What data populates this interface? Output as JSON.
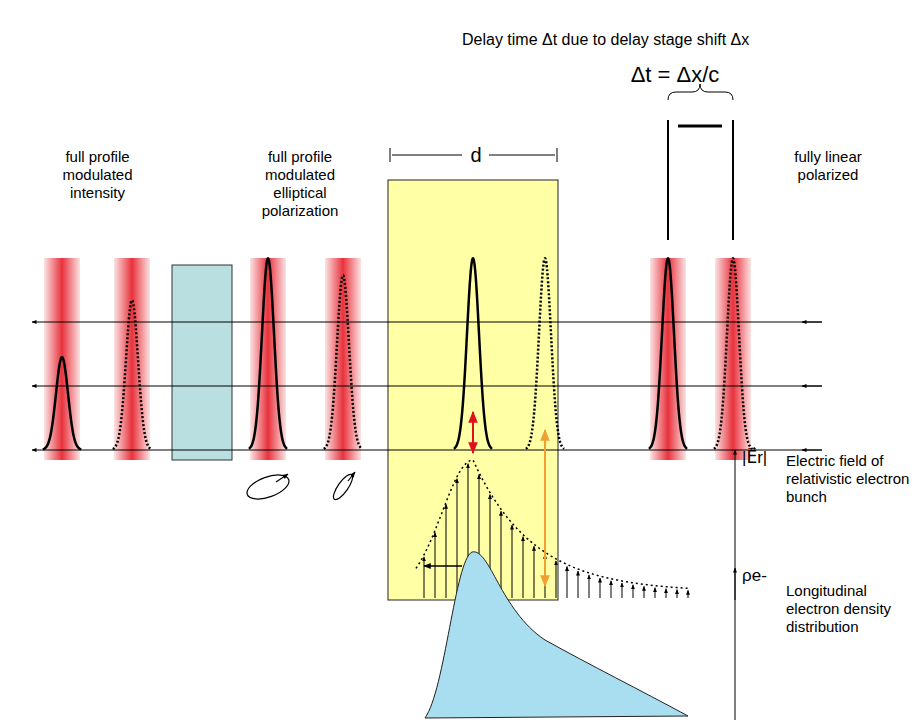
{
  "diagram": {
    "title": "Delay time Δt due to delay stage shift Δx",
    "labels": [
      "Δt = Δx/c",
      "d",
      "full profile modulated intensity",
      "full profile modulated elliptical polarization",
      "fully linear polarized",
      "|E⃗r|",
      "Electric field of relativistic electron bunch",
      "ρe-",
      "Longitudinal electron density distribution"
    ]
  }
}
